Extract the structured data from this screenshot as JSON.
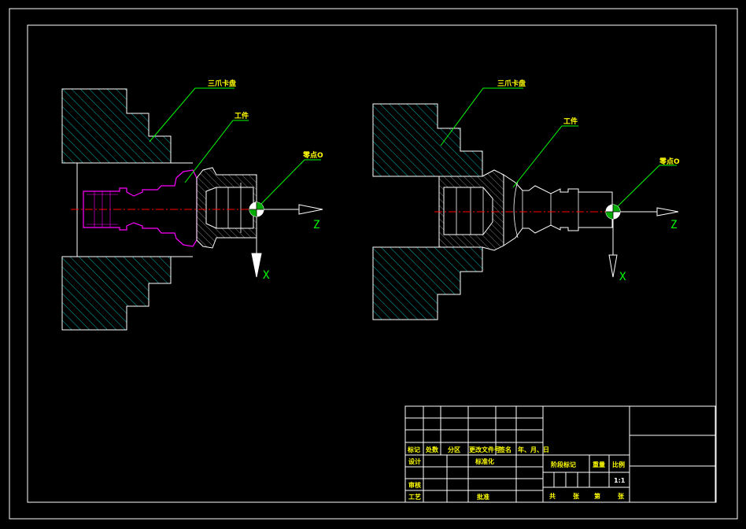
{
  "colors": {
    "background": "#000000",
    "outline": "#ffffff",
    "hatch": "#00c8c8",
    "leader": "#00ff00",
    "label": "#ffff00",
    "workpiece_left": "#ff00ff",
    "centerline": "#ff0000"
  },
  "left_view": {
    "chuck_label": "三爪卡盘",
    "workpiece_label": "工件",
    "origin_label": "零点O",
    "z_label": "Z",
    "x_label": "X"
  },
  "right_view": {
    "chuck_label": "三爪卡盘",
    "workpiece_label": "工件",
    "origin_label": "零点O",
    "z_label": "Z",
    "x_label": "X"
  },
  "title_block": {
    "row_labels": [
      "标记",
      "处数",
      "分区",
      "更改文件号",
      "签名",
      "年、月、日"
    ],
    "design": "设计",
    "standardize": "标准化",
    "review": "审核",
    "process": "工艺",
    "approve": "批准",
    "stage_mark": "阶段标记",
    "weight": "重量",
    "scale": "比例",
    "scale_value": "1:1",
    "total": "共",
    "sheets": "张",
    "page": "第",
    "sheet_of": "张"
  }
}
